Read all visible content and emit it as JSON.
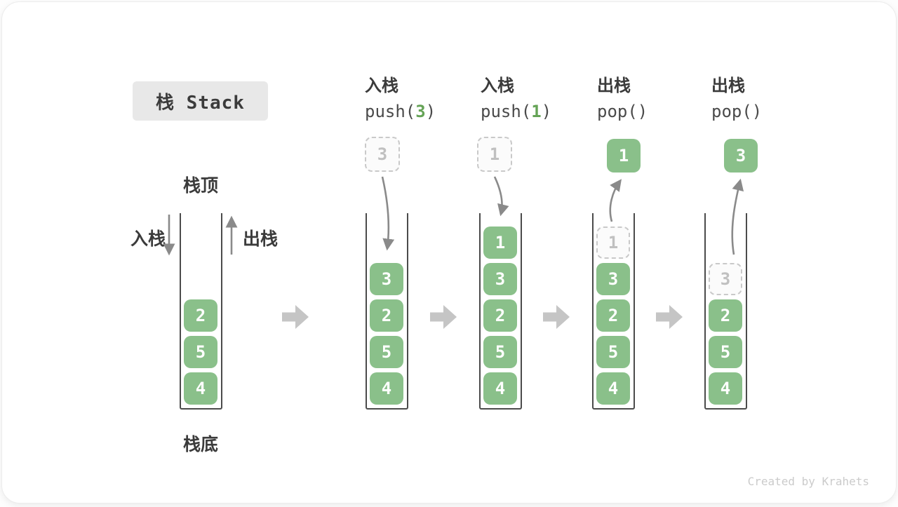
{
  "title": "栈 Stack",
  "stack_labels": {
    "top": "栈顶",
    "bottom": "栈底",
    "push": "入栈",
    "pop": "出栈"
  },
  "operations": [
    {
      "label": "入栈",
      "fn": "push(",
      "arg": "3",
      "close": ")"
    },
    {
      "label": "入栈",
      "fn": "push(",
      "arg": "1",
      "close": ")"
    },
    {
      "label": "出栈",
      "fn": "pop(",
      "arg": "",
      "close": ")"
    },
    {
      "label": "出栈",
      "fn": "pop(",
      "arg": "",
      "close": ")"
    }
  ],
  "stacks": [
    {
      "name": "stack-initial",
      "cells": [
        {
          "v": "2"
        },
        {
          "v": "5"
        },
        {
          "v": "4"
        }
      ]
    },
    {
      "name": "stack-after-push-3",
      "floating": {
        "v": "3",
        "variant": "dashed"
      },
      "cells": [
        {
          "v": "3"
        },
        {
          "v": "2"
        },
        {
          "v": "5"
        },
        {
          "v": "4"
        }
      ]
    },
    {
      "name": "stack-after-push-1",
      "floating": {
        "v": "1",
        "variant": "dashed"
      },
      "cells": [
        {
          "v": "1"
        },
        {
          "v": "3"
        },
        {
          "v": "2"
        },
        {
          "v": "5"
        },
        {
          "v": "4"
        }
      ]
    },
    {
      "name": "stack-after-pop-1",
      "floating": {
        "v": "1",
        "variant": "solid"
      },
      "cells": [
        {
          "v": "1",
          "variant": "dashed"
        },
        {
          "v": "3"
        },
        {
          "v": "2"
        },
        {
          "v": "5"
        },
        {
          "v": "4"
        }
      ]
    },
    {
      "name": "stack-after-pop-3",
      "floating": {
        "v": "3",
        "variant": "solid"
      },
      "cells": [
        {
          "v": "3",
          "variant": "dashed"
        },
        {
          "v": "2"
        },
        {
          "v": "5"
        },
        {
          "v": "4"
        }
      ]
    }
  ],
  "watermark": "Created by Krahets",
  "colors": {
    "cell_green": "#8ac08a",
    "dashed_gray": "#c9c9c9",
    "arrow_gray": "#8a8a8a",
    "block_arrow_gray": "#c5c5c5",
    "code_arg_green": "#65a356",
    "title_bg": "#e8e8e8",
    "text_dark": "#3b3b3b"
  }
}
